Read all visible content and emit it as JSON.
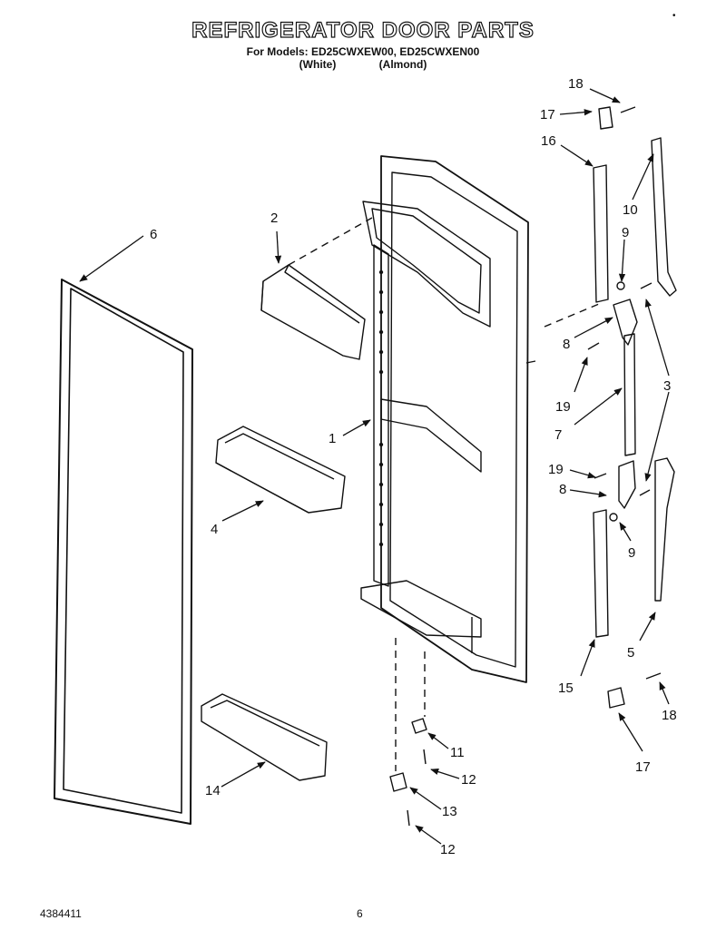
{
  "header": {
    "title": "REFRIGERATOR DOOR PARTS",
    "models_line": "For Models: ED25CWXEW00, ED25CWXEN00",
    "variant_white": "(White)",
    "variant_almond": "(Almond)",
    "corner_mark": "•"
  },
  "footer": {
    "doc_number": "4384411",
    "page_number": "6"
  },
  "callouts": [
    "18",
    "17",
    "16",
    "10",
    "9",
    "8",
    "19",
    "3",
    "7",
    "19",
    "8",
    "9",
    "5",
    "15",
    "18",
    "17",
    "2",
    "6",
    "1",
    "4",
    "14",
    "11",
    "12",
    "13",
    "12"
  ],
  "colors": {
    "line": "#111111",
    "background": "#ffffff"
  }
}
